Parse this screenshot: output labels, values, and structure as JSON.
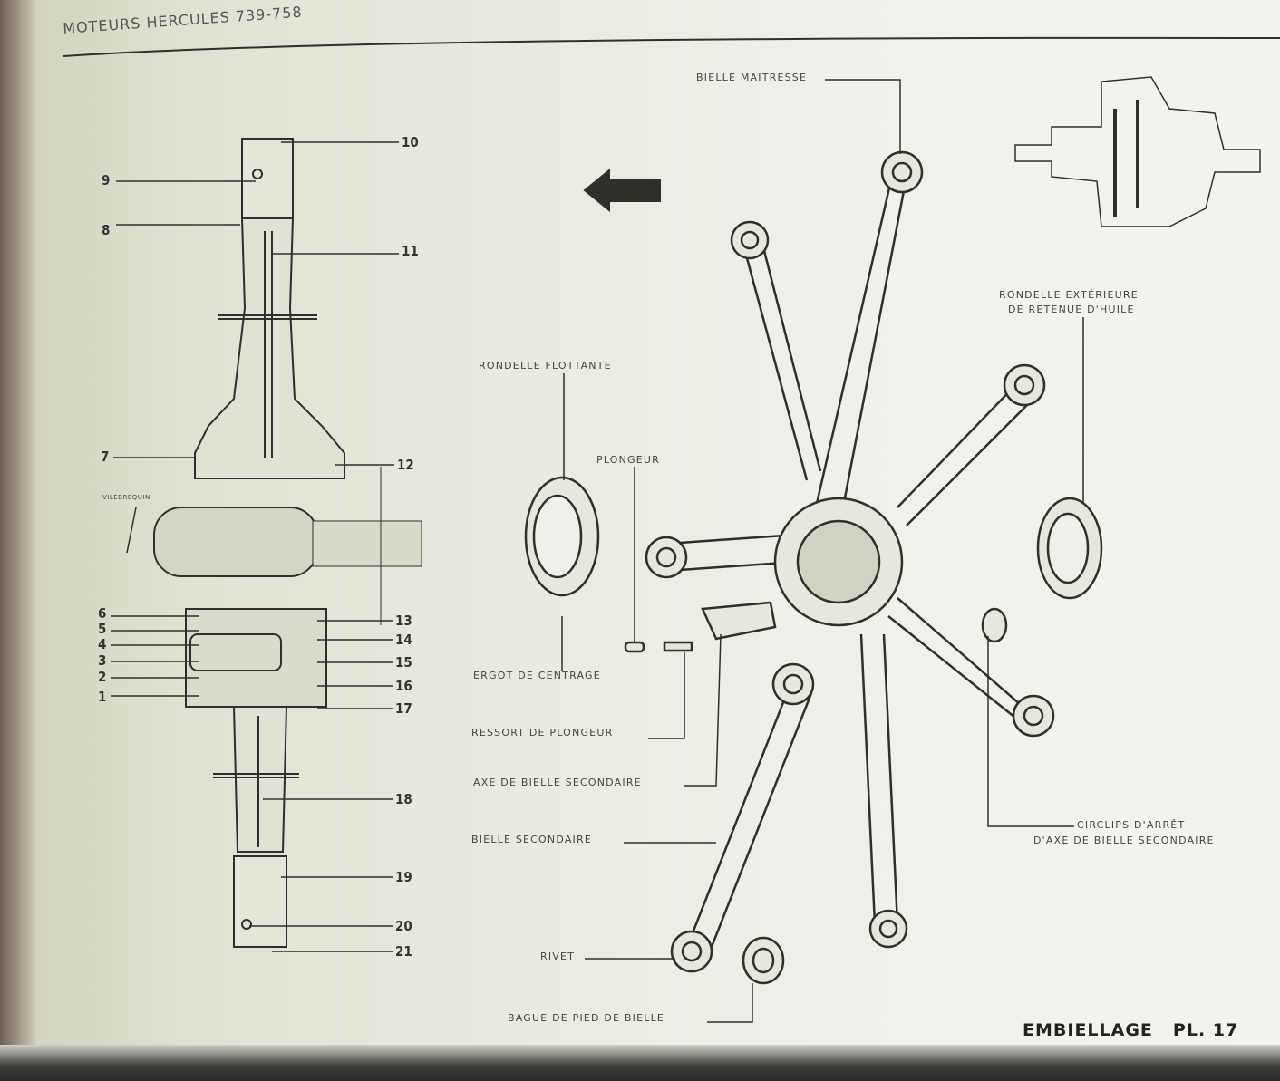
{
  "header": {
    "title": "MOTEURS HERCULES 739-758"
  },
  "plate": {
    "name": "EMBIELLAGE",
    "number": "PL. 17"
  },
  "left_figure": {
    "callouts_left": [
      "9",
      "8",
      "7",
      "6",
      "5",
      "4",
      "3",
      "2",
      "1"
    ],
    "callouts_right": [
      "10",
      "11",
      "12",
      "13",
      "14",
      "15",
      "16",
      "17",
      "18",
      "19",
      "20",
      "21"
    ],
    "crankshaft_label": "VILEBREQUIN"
  },
  "right_figure": {
    "labels": {
      "bielle_maitresse": "BIELLE MAITRESSE",
      "rondelle_ext_1": "RONDELLE EXTÉRIEURE",
      "rondelle_ext_2": "DE RETENUE D'HUILE",
      "rondelle_flottante": "RONDELLE FLOTTANTE",
      "plongeur": "PLONGEUR",
      "ergot": "ERGOT DE CENTRAGE",
      "ressort": "RESSORT DE PLONGEUR",
      "axe": "AXE DE BIELLE SECONDAIRE",
      "bielle_secondaire": "BIELLE SECONDAIRE",
      "circlips_1": "CIRCLIPS D'ARRÊT",
      "circlips_2": "D'AXE DE BIELLE SECONDAIRE",
      "rivet": "RIVET",
      "bague": "BAGUE DE PIED DE BIELLE"
    },
    "arrow_direction": "left"
  }
}
